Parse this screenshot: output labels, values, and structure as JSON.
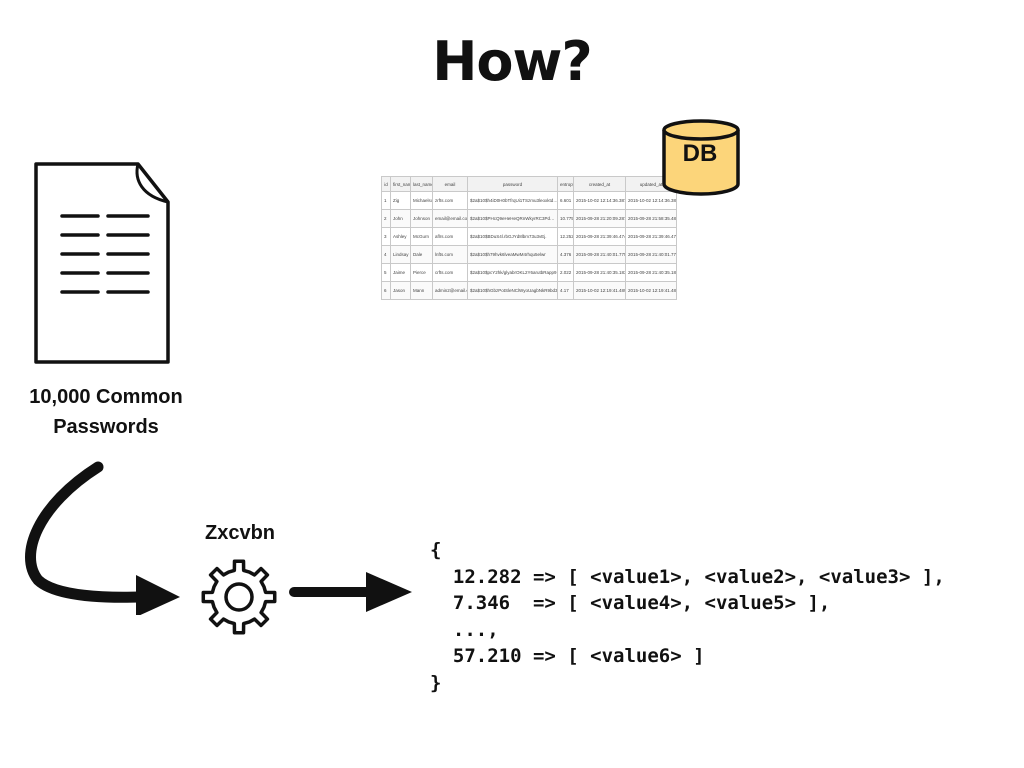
{
  "title": "How?",
  "document": {
    "icon": "document-icon",
    "caption_line1": "10,000 Common",
    "caption_line2": "Passwords"
  },
  "database": {
    "icon": "database-cylinder-icon",
    "label": "DB",
    "fill_color": "#fcd57a",
    "table": {
      "headers": [
        "id",
        "first_name",
        "last_name",
        "email",
        "password",
        "entropy",
        "created_at",
        "updated_at"
      ],
      "rows": [
        [
          "1",
          "Zig",
          "Michaelson",
          "zrfts.com",
          "$2a$10$h4iD0H0bTfrqUi1TSzmu3leoxktd…",
          "6.601",
          "2015-10-02 12:14:36.387172",
          "2015-10-02 12:14:36.387172"
        ],
        [
          "2",
          "John",
          "Johnson",
          "email@email.com",
          "$2a$10$PHcQ9eHeHeQRnWkyrRC3Pd…",
          "10.775",
          "2015-09-28 21:20:09.287872",
          "2015-09-28 21:58:35.488446"
        ],
        [
          "3",
          "Ashley",
          "McGurn",
          "aflrs.com",
          "$2a$10$BDuS4l.rbGJYd8lbm73u3vEj.",
          "12.252",
          "2015-09-28 21:39:46.474331",
          "2015-09-28 21:39:46.474331"
        ],
        [
          "4",
          "Lindsay",
          "Dale",
          "lnfts.com",
          "$2a$10$h79hvk6lveaMwM4rhqu5elwr",
          "4.376",
          "2015-09-28 21:40:01.775787",
          "2015-09-28 21:40:01.775787"
        ],
        [
          "5",
          "Jaime",
          "Pierce",
          "crfts.com",
          "$2a$10$pcY2hk/glyabrOKL2Y6arutbRapp9…",
          "2.022",
          "2015-09-28 21:40:35.183860",
          "2015-09-28 21:40:35.183860"
        ],
        [
          "6",
          "Jason",
          "Mann",
          "admin2@email.com",
          "$2a$10$hGbzPotSleNClWyoUagbNkR9bd3n…",
          "4.17",
          "2015-10-02 12:19:41.489476",
          "2015-10-02 12:19:41.489476"
        ]
      ]
    }
  },
  "process": {
    "label": "Zxcvbn",
    "icon": "gear-icon"
  },
  "arrows": {
    "curved": "curved-arrow-icon",
    "straight": "right-arrow-icon"
  },
  "output_code": {
    "lines": [
      "{",
      "  12.282 => [ <value1>, <value2>, <value3> ],",
      "  7.346  => [ <value4>, <value5> ],",
      "  ...,",
      "  57.210 => [ <value6> ]",
      "}"
    ]
  }
}
